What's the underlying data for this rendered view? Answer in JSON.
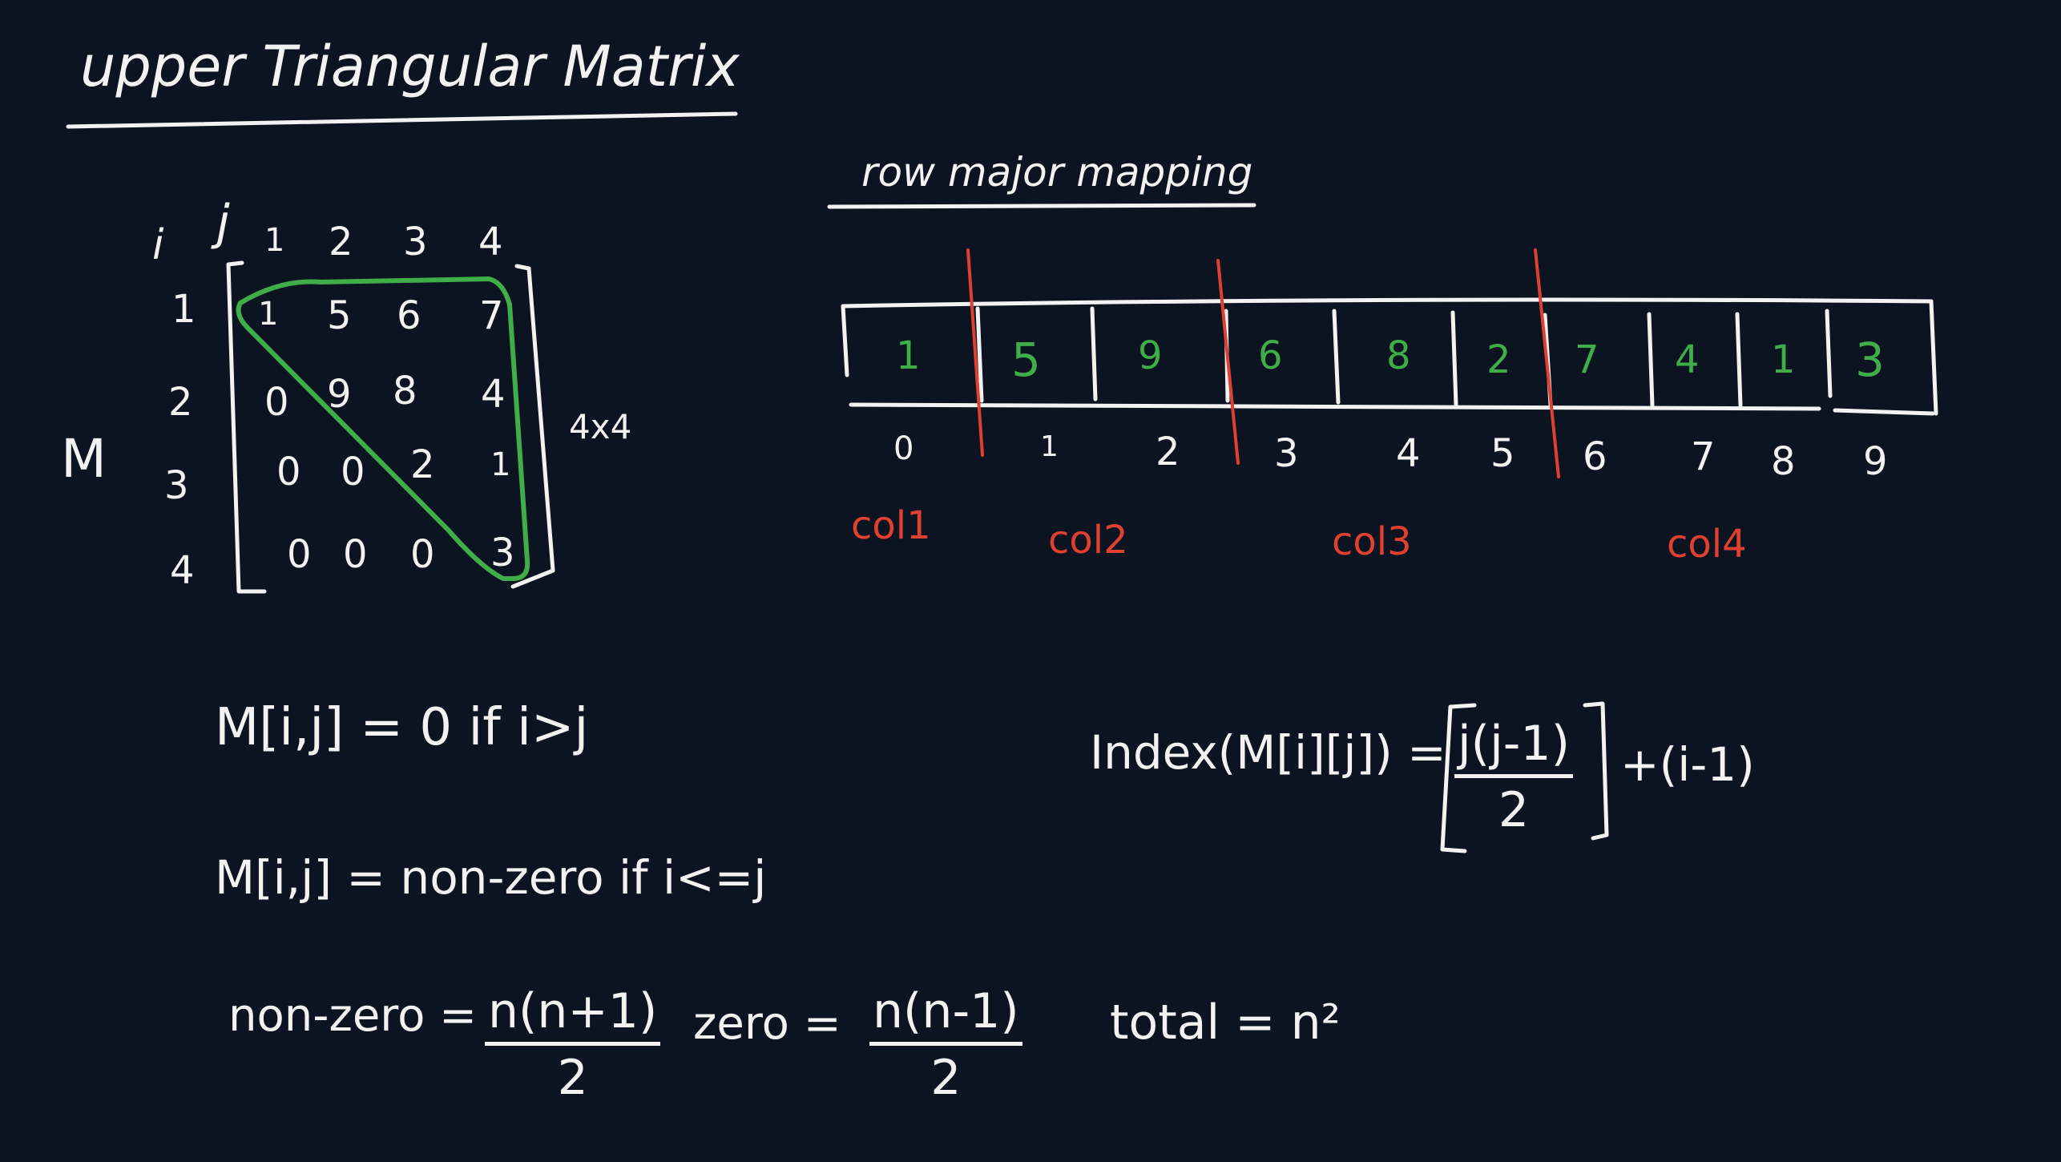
{
  "title": "upper Triangular Matrix",
  "matrix": {
    "name": "M",
    "row_axis": "i",
    "col_axis": "j",
    "col_indices": [
      "1",
      "2",
      "3",
      "4"
    ],
    "row_indices": [
      "1",
      "2",
      "3",
      "4"
    ],
    "rows": [
      [
        "1",
        "5",
        "6",
        "7"
      ],
      [
        "0",
        "9",
        "8",
        "4"
      ],
      [
        "0",
        "0",
        "2",
        "1"
      ],
      [
        "0",
        "0",
        "0",
        "3"
      ]
    ],
    "size": "4x4"
  },
  "mapping": {
    "subtitle": "row major mapping",
    "values": [
      "1",
      "5",
      "9",
      "6",
      "8",
      "2",
      "7",
      "4",
      "1",
      "3"
    ],
    "indices": [
      "0",
      "1",
      "2",
      "3",
      "4",
      "5",
      "6",
      "7",
      "8",
      "9"
    ],
    "col_labels": [
      "col1",
      "col2",
      "col3",
      "col4"
    ]
  },
  "colors": {
    "background": "#0b1420",
    "chalk": "#f2f2f2",
    "green": "#3fae49",
    "red": "#e0402f"
  },
  "formulas": {
    "zero_rule": "M[i,j] = 0  if  i>j",
    "nonzero_rule": "M[i,j] = non-zero  if  i<=j",
    "nonzero_label": "non-zero =",
    "nonzero_num": "n(n+1)",
    "nonzero_den": "2",
    "zero_label": "zero =",
    "zero_num": "n(n-1)",
    "zero_den": "2",
    "total": "total = n²",
    "index_lhs": "Index(M[i][j]) =",
    "index_num": "j(j-1)",
    "index_den": "2",
    "index_tail": "+(i-1)"
  }
}
